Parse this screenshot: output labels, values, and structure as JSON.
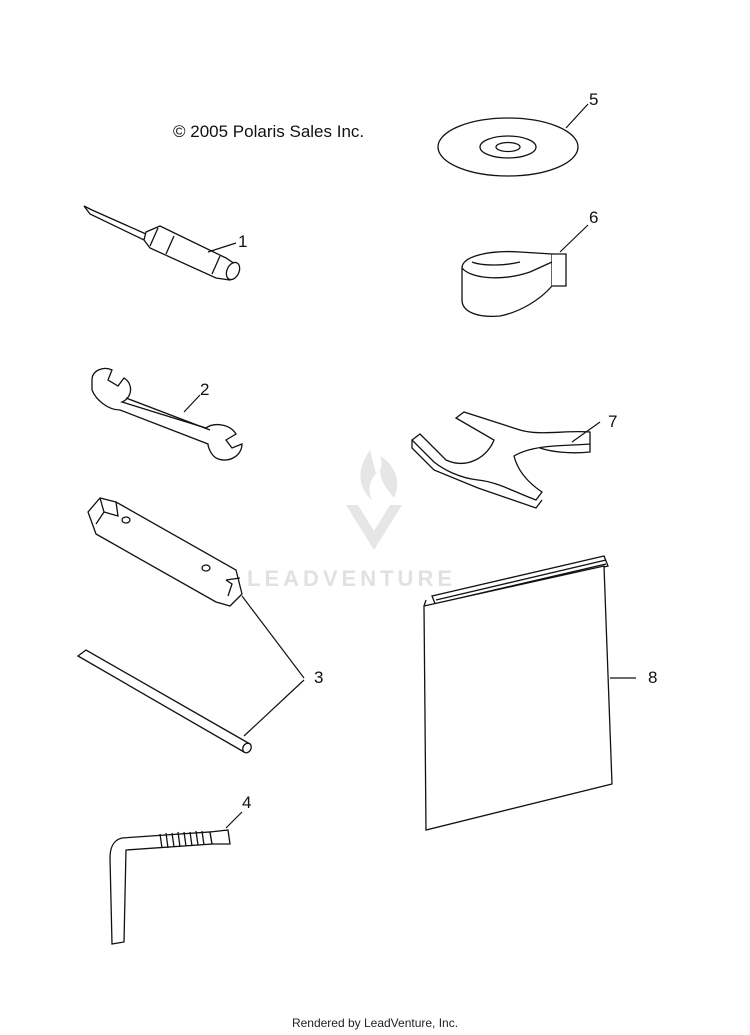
{
  "copyright": "© 2005 Polaris Sales Inc.",
  "watermark": {
    "brand": "LEADVENTURE"
  },
  "footer": "Rendered by LeadVenture, Inc.",
  "callouts": [
    "1",
    "2",
    "3",
    "4",
    "5",
    "6",
    "7",
    "8"
  ],
  "parts": [
    {
      "ref": "1",
      "icon": "screwdriver-icon"
    },
    {
      "ref": "2",
      "icon": "open-end-wrench-icon"
    },
    {
      "ref": "3",
      "icon": "tube-socket-wrench-and-bar-icon"
    },
    {
      "ref": "4",
      "icon": "hex-key-icon"
    },
    {
      "ref": "5",
      "icon": "cd-disc-icon"
    },
    {
      "ref": "6",
      "icon": "strap-icon"
    },
    {
      "ref": "7",
      "icon": "spanner-tool-icon"
    },
    {
      "ref": "8",
      "icon": "owners-manual-icon"
    }
  ],
  "colors": {
    "line": "#111111",
    "watermark": "#e1e1e1"
  }
}
